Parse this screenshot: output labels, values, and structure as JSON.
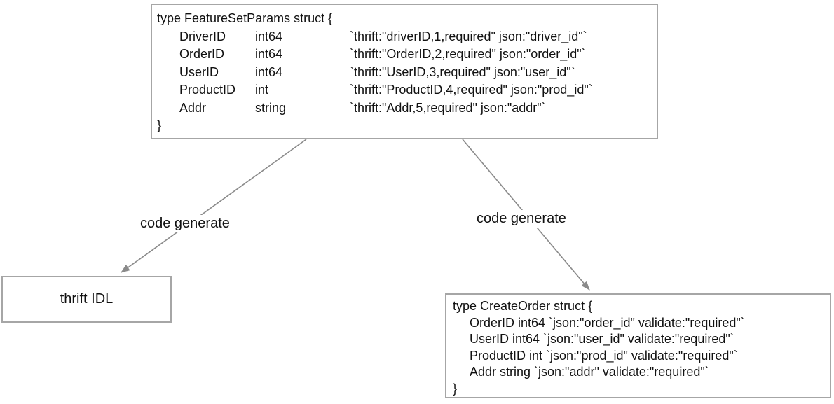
{
  "top_box": {
    "header": "type FeatureSetParams struct {",
    "fields": [
      {
        "name": "DriverID",
        "type": "int64",
        "tag": "`thrift:\"driverID,1,required\" json:\"driver_id\"`"
      },
      {
        "name": "OrderID",
        "type": "int64",
        "tag": "`thrift:\"OrderID,2,required\" json:\"order_id\"`"
      },
      {
        "name": "UserID",
        "type": "int64",
        "tag": "`thrift:\"UserID,3,required\" json:\"user_id\"`"
      },
      {
        "name": "ProductID",
        "type": "int",
        "tag": "`thrift:\"ProductID,4,required\" json:\"prod_id\"`"
      },
      {
        "name": "Addr",
        "type": "string",
        "tag": "`thrift:\"Addr,5,required\" json:\"addr\"`"
      }
    ],
    "footer": "}"
  },
  "labels": {
    "left": "code generate",
    "right": "code generate"
  },
  "thrift_box": {
    "label": "thrift IDL"
  },
  "create_order_box": {
    "header": "type CreateOrder struct {",
    "fields": [
      "OrderID int64 `json:\"order_id\" validate:\"required\"`",
      "UserID int64 `json:\"user_id\" validate:\"required\"`",
      "ProductID int `json:\"prod_id\" validate:\"required\"`",
      "Addr string `json:\"addr\" validate:\"required\"`"
    ],
    "footer": "}"
  },
  "colors": {
    "background": "#ffffff",
    "box_border": "#a6a6a6",
    "arrow": "#8a8a8a",
    "text": "#111111"
  }
}
